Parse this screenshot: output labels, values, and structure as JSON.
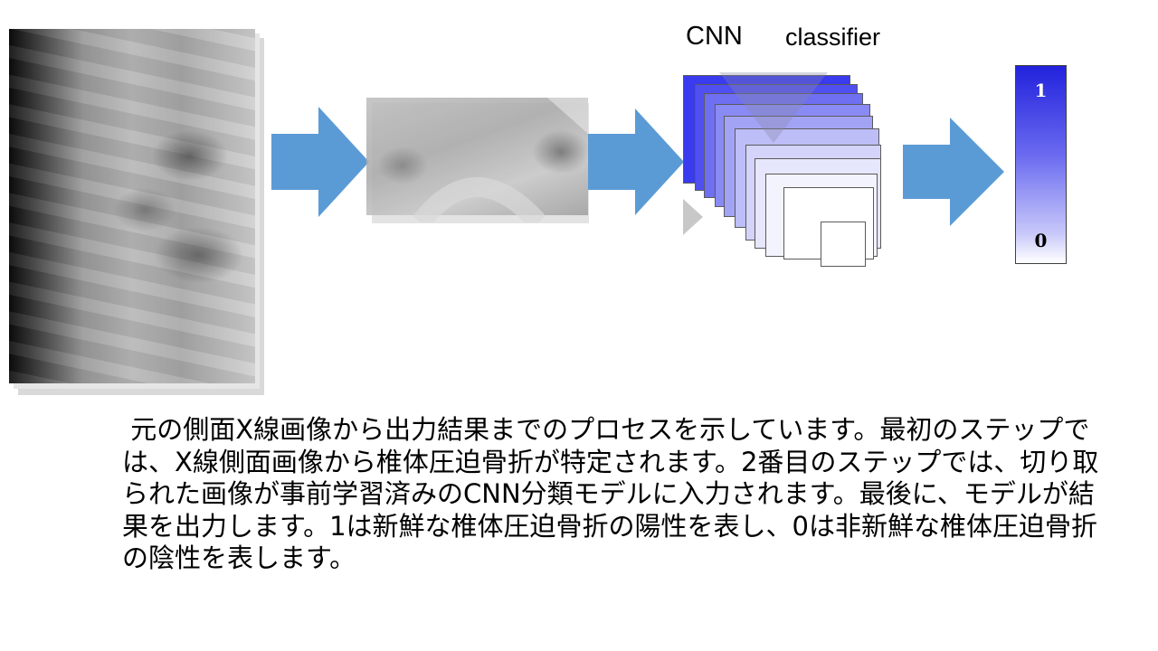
{
  "diagram": {
    "cnn_label": "CNN",
    "classifier_label": "classifier",
    "output_top_label": "1",
    "output_bottom_label": "0",
    "colors": {
      "arrow": "#5b9bd5",
      "cnn_dark": "#3333ee",
      "cnn_light": "#f0f0ff",
      "output_top": "#2222dd"
    }
  },
  "caption": " 元の側面X線画像から出力結果までのプロセスを示しています。最初のステップでは、X線側面画像から椎体圧迫骨折が特定されます。2番目のステップでは、切り取られた画像が事前学習済みのCNN分類モデルに入力されます。最後に、モデルが結果を出力します。1は新鮮な椎体圧迫骨折の陽性を表し、0は非新鮮な椎体圧迫骨折の陰性を表します。"
}
